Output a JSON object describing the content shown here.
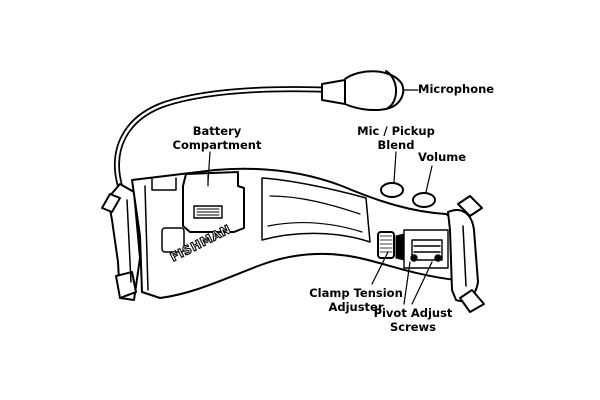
{
  "labels": {
    "microphone": "Microphone",
    "battery_compartment": "Battery\nCompartment",
    "mic_pickup_blend": "Mic / Pickup\nBlend",
    "volume": "Volume",
    "clamp_tension_adjuster": "Clamp Tension\nAdjuster",
    "pivot_adjust_screws": "Pivot Adjust\nScrews"
  },
  "brand": "FISHMAN"
}
